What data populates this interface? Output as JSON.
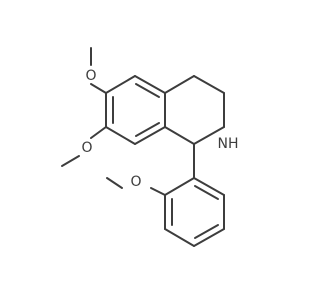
{
  "molecule": {
    "atoms": {
      "o_top": "O",
      "o_left": "O",
      "o_bottom": "O",
      "nh": "NH"
    },
    "colors": {
      "bond": "#3d3d3d",
      "background": "#ffffff"
    }
  }
}
